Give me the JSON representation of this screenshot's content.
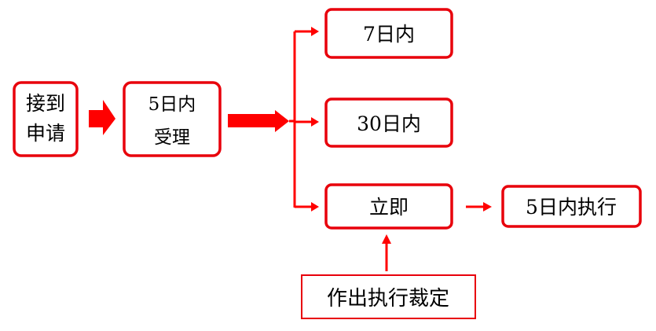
{
  "colors": {
    "accent": "#ff0000",
    "border": "#e8000b"
  },
  "nodes": {
    "receive_line1": "接到",
    "receive_line2": "申请",
    "accept_line1": "5日内",
    "accept_line2": "受理",
    "within7": "7日内",
    "within30": "30日内",
    "immediate": "立即",
    "execute5": "5日内执行",
    "ruling": "作出执行裁定"
  }
}
